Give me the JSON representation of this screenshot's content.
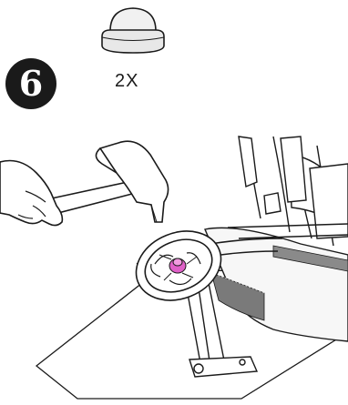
{
  "step": {
    "number": "6"
  },
  "part": {
    "icon": "cap-icon",
    "quantity_label": "2X"
  },
  "illustration": {
    "subject": "hammer-tapping-hubcap-onto-front-wheel",
    "highlight_color": "#e060c8",
    "line_color": "#1a1a1a",
    "part_fill": "#f1f1f1"
  }
}
